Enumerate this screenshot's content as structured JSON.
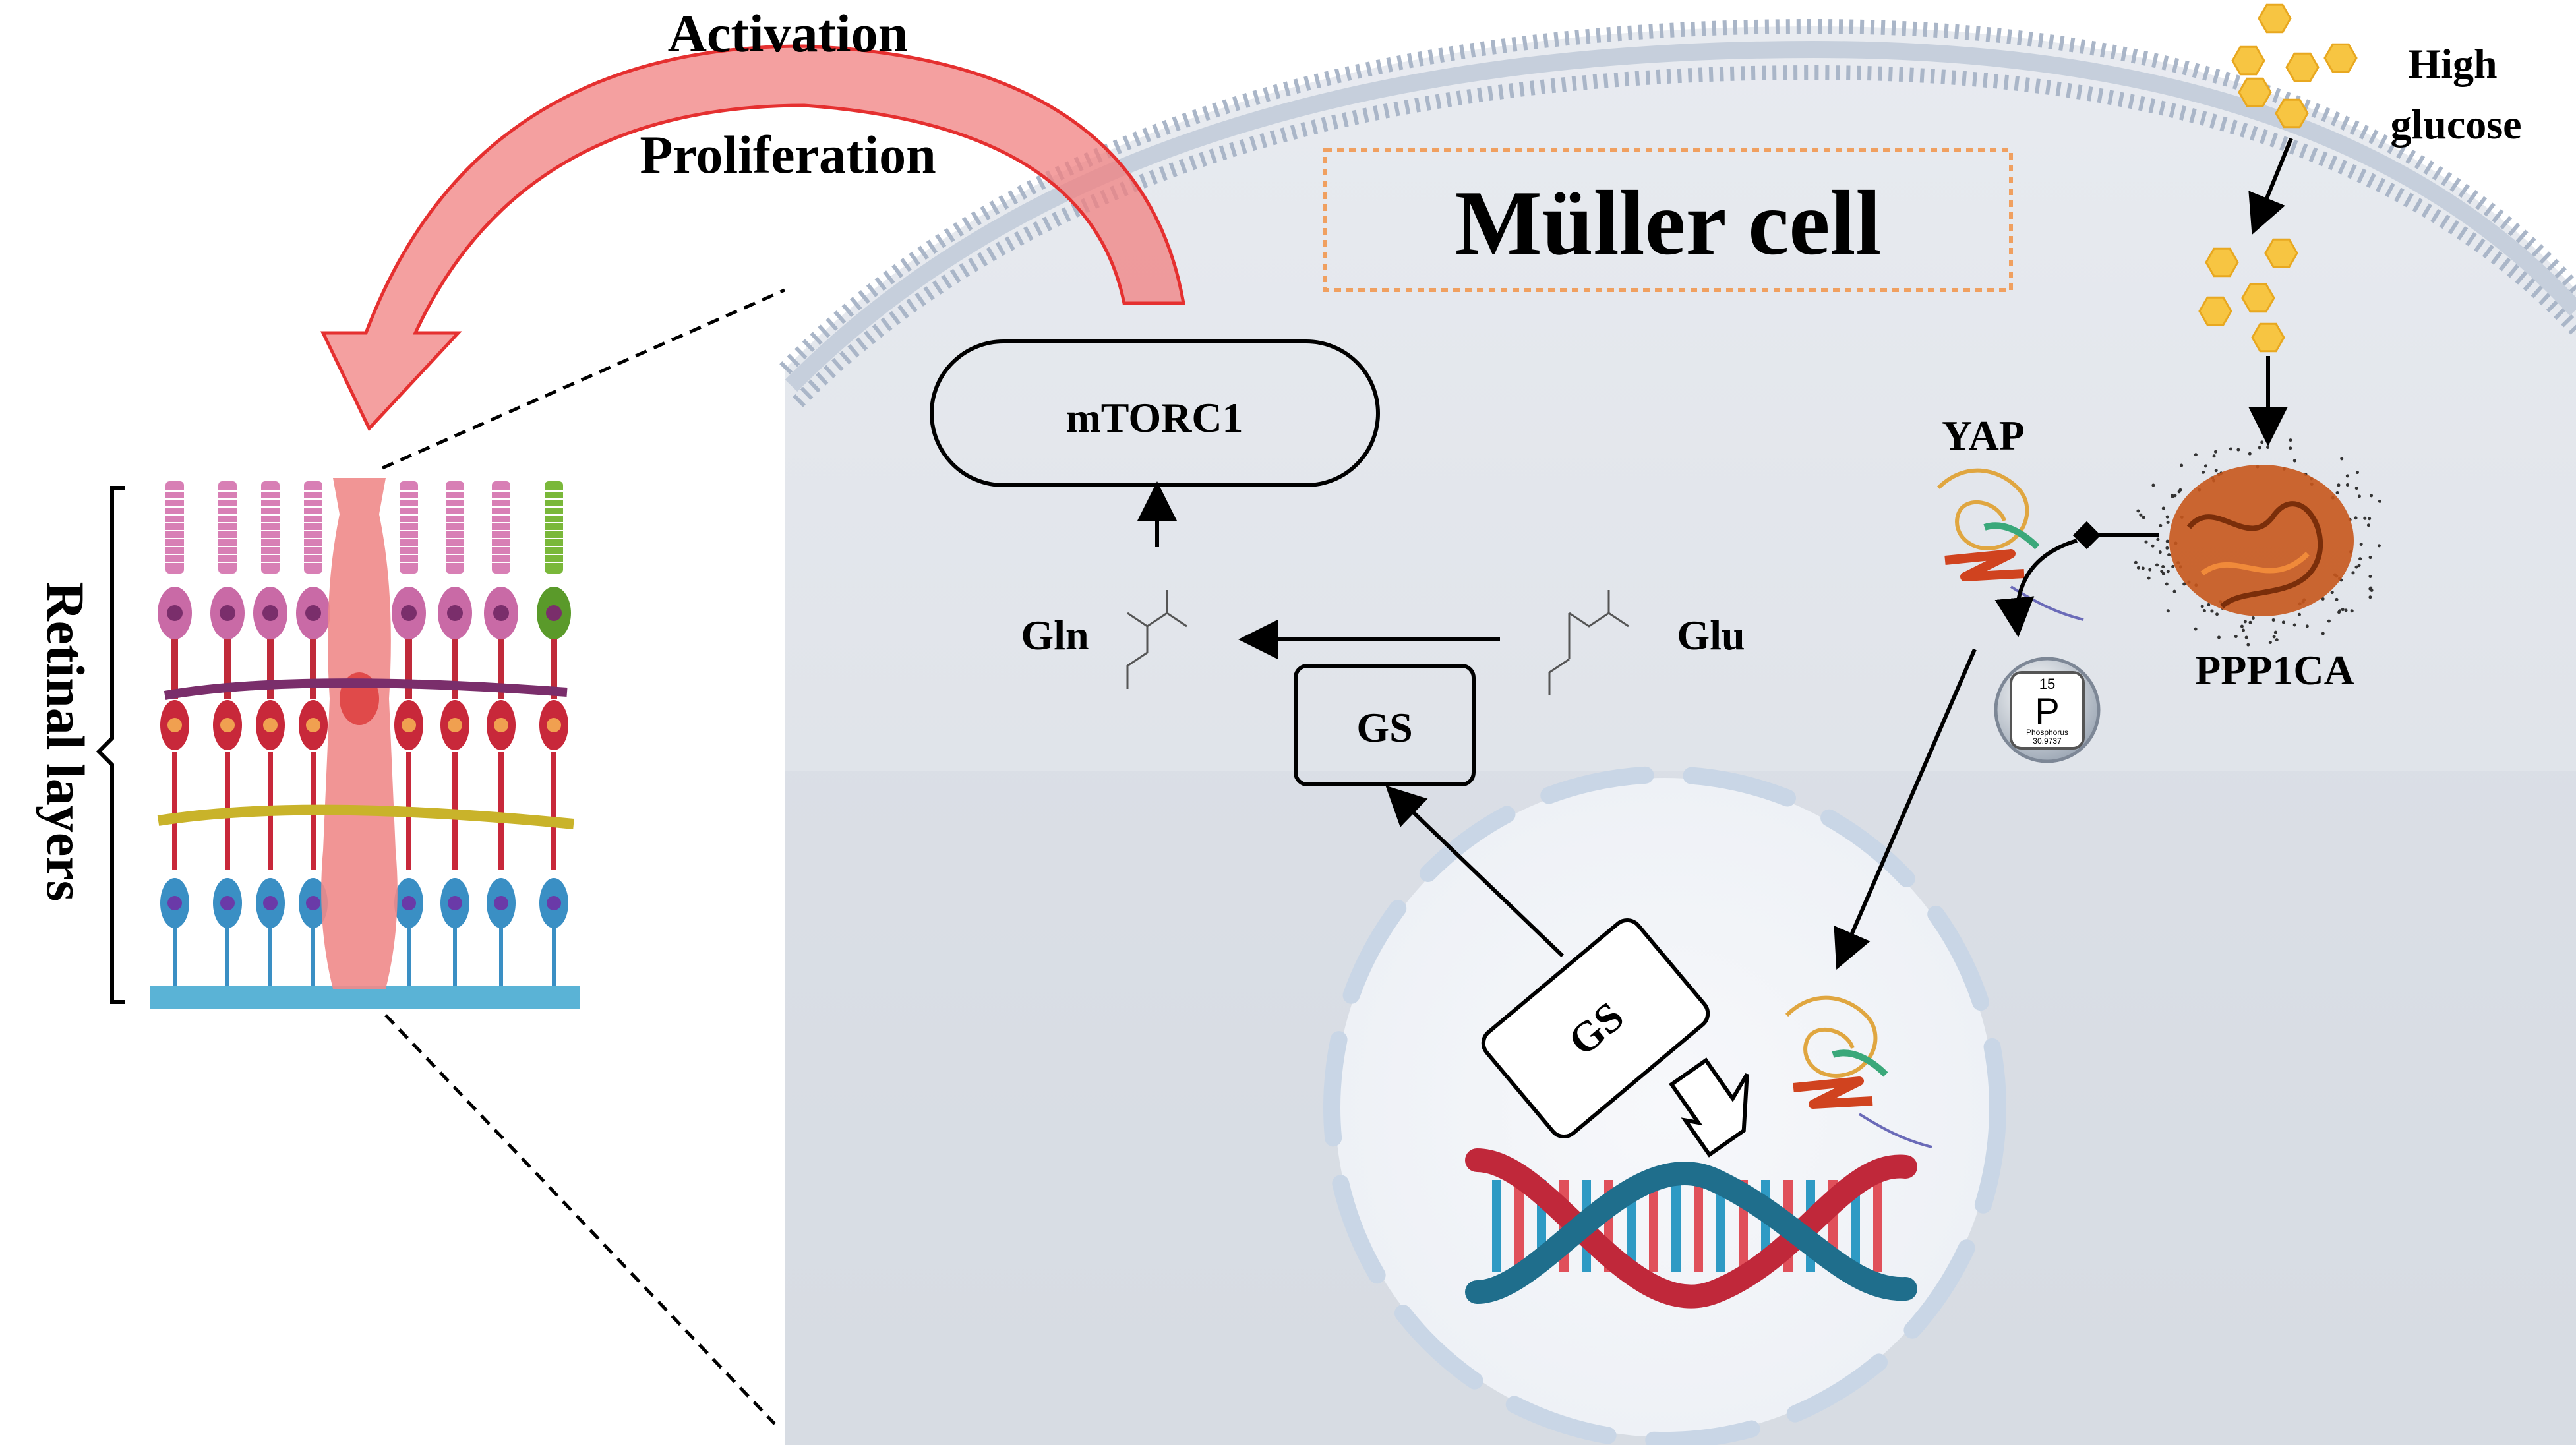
{
  "labels": {
    "activation": "Activation",
    "proliferation": "Proliferation",
    "retinal_layers": "Retinal layers",
    "muller_cell": "Müller cell",
    "high": "High",
    "glucose": "glucose",
    "yap": "YAP",
    "ppp1ca": "PPP1CA",
    "mtorc1": "mTORC1",
    "gln": "Gln",
    "glu": "Glu",
    "gs_cytoplasm": "GS",
    "gs_nucleus": "GS",
    "phosphorus_number": "15",
    "phosphorus_symbol": "P",
    "phosphorus_name": "Phosphorus",
    "phosphorus_mass": "30.9737"
  },
  "colors": {
    "cell_fill": "#dde1e8",
    "membrane": "#b3bfd0",
    "arrow_red": "#f08080",
    "glucose": "#f7c542",
    "dna_red": "#c0283a",
    "dna_blue": "#1f6e8c",
    "ppp1ca": "#c7561c"
  }
}
